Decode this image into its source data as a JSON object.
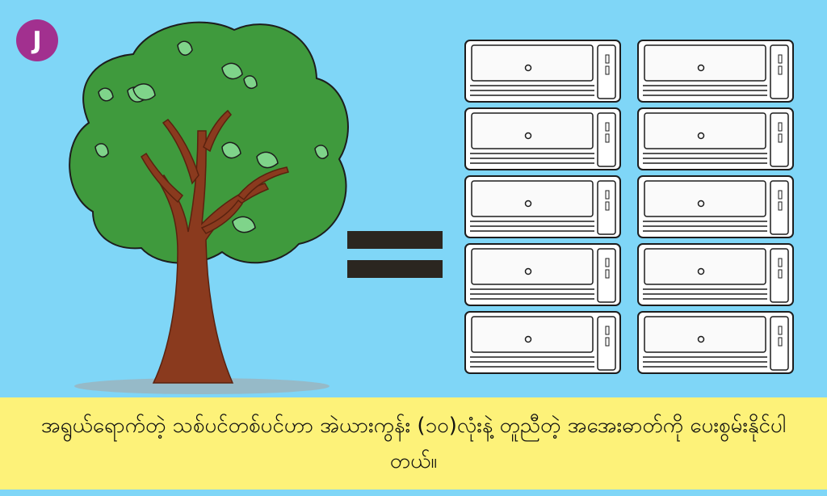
{
  "logo": {
    "letter": "J",
    "color": "#a2308f"
  },
  "illustration": {
    "left_item": "tree-icon",
    "operator": "equals-sign",
    "right_item": "air-conditioner-icon",
    "air_conditioner_count": 10
  },
  "caption": {
    "text": "အရွယ်ရောက်တဲ့ သစ်ပင်တစ်ပင်ဟာ အဲယားကွန်း (၁၀)လုံးနဲ့ တူညီတဲ့ အအေးဓာတ်ကို ပေးစွမ်းနိုင်ပါတယ်။"
  },
  "colors": {
    "background": "#7fd6f7",
    "caption_background": "#fdf279",
    "foliage": "#3f9a3d",
    "trunk": "#8a3a1e",
    "leaf": "#7fd48a"
  }
}
